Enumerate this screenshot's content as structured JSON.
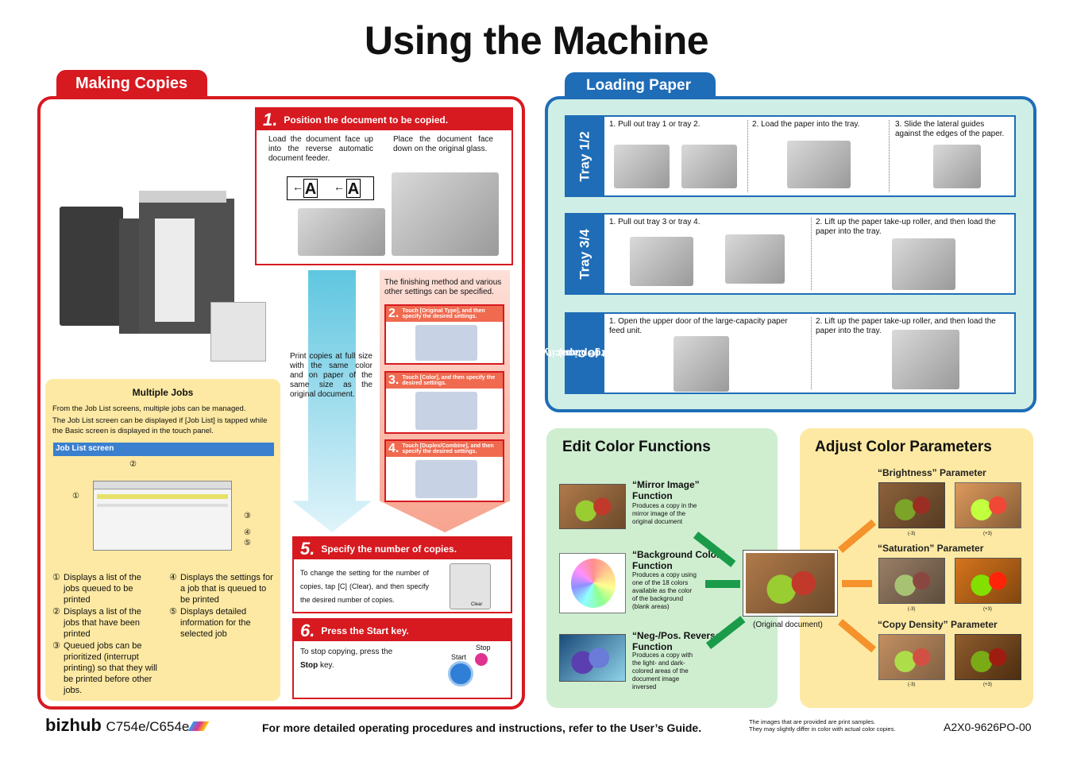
{
  "title": "Using the Machine",
  "making": {
    "tab": "Making Copies",
    "step1": {
      "num": "1.",
      "head": "Position the document to be copied.",
      "left": "Load the document face up into the reverse automatic document feeder.",
      "right": "Place the document face down on the original glass.",
      "a1": "A",
      "a2": "A"
    },
    "print_note": "Print copies at full size with the same color and on paper of the same size as the original document.",
    "finishing_note": "The finishing method and various other settings can be specified.",
    "step2": {
      "num": "2.",
      "head": "Touch [Original Type], and then specify the desired settings."
    },
    "step3": {
      "num": "3.",
      "head": "Touch [Color], and  then specify the desired settings."
    },
    "step4": {
      "num": "4.",
      "head": "Touch [Duplex/Combine], and then specify the desired settings."
    },
    "step5": {
      "num": "5.",
      "head": "Specify the number of copies.",
      "body": "To change the setting for the number of copies, tap [C] (Clear), and then specify the desired number of copies.",
      "clear": "Clear"
    },
    "step6": {
      "num": "6.",
      "head": "Press the Start key.",
      "body_pre": "To stop copying, press the ",
      "body_bold": "Stop",
      "body_post": " key.",
      "start": "Start",
      "stop": "Stop"
    },
    "multi": {
      "title": "Multiple Jobs",
      "p1": "From the Job List screens, multiple jobs can be managed.",
      "p2": "The Job List screen can be displayed if [Job List] is tapped while the Basic screen is displayed in the touch panel.",
      "bar": "Job List screen",
      "items": [
        {
          "n": "①",
          "t": "Displays a list of the jobs queued to be printed"
        },
        {
          "n": "②",
          "t": "Displays a list of the jobs that have been printed"
        },
        {
          "n": "③",
          "t": "Queued jobs can be prioritized (interrupt printing) so that they will be printed before other jobs."
        },
        {
          "n": "④",
          "t": "Displays the settings for a job that is queued to be printed"
        },
        {
          "n": "⑤",
          "t": "Displays detailed information for the selected job"
        }
      ],
      "callouts": [
        "①",
        "②",
        "③",
        "④",
        "⑤"
      ]
    }
  },
  "loading": {
    "tab": "Loading Paper",
    "tray12": {
      "label": "Tray 1/2",
      "s1": "1. Pull out tray 1 or tray 2.",
      "s2": "2. Load the paper into the tray.",
      "s3": "3. Slide the lateral guides against the edges of the paper."
    },
    "tray34": {
      "label": "Tray 3/4",
      "s1": "1. Pull out tray 3 or tray 4.",
      "s2": "2. Lift up the paper take-up roller, and then load the paper into the tray."
    },
    "lcu": {
      "label1": "Large Capacity",
      "label2": "Unit (Option)",
      "s1": "1. Open the upper door of the large-capacity paper feed unit.",
      "s2": "2. Lift up the paper take-up roller, and then load the paper into the tray."
    }
  },
  "edit": {
    "title": "Edit Color Functions",
    "mirror": {
      "t1": "“Mirror Image”",
      "t2": "Function",
      "d": "Produces a copy in the mirror image of the original document"
    },
    "bg": {
      "t1": "“Background Color”",
      "t2": "Function",
      "d": "Produces a copy using one of the 18 colors available as the color of the background (blank areas)"
    },
    "neg": {
      "t1": "“Neg-/Pos. Reverse”",
      "t2": "Function",
      "d": "Produces a copy with the light- and dark-colored areas of the document image inversed"
    },
    "original": "(Original document)"
  },
  "adjust": {
    "title": "Adjust Color Parameters",
    "brightness": "“Brightness” Parameter",
    "saturation": "“Saturation” Parameter",
    "density": "“Copy Density” Parameter",
    "minus": "(-3)",
    "plus": "(+3)"
  },
  "footer": {
    "brand": "bizhub",
    "model": "C754e/C654e",
    "guide": "For more detailed operating procedures and instructions, refer to the User’s Guide.",
    "note1": "The images that are provided are print samples.",
    "note2": "They may slightly differ in color with actual color copies.",
    "code": "A2X0-9626PO-00"
  },
  "colors": {
    "red": "#d71920",
    "blue": "#1f6db7",
    "green_bg": "#cfeed0",
    "yellow_bg": "#fde9a3",
    "teal_bg": "#cfeee6",
    "orange": "#f5922b",
    "green_arrow": "#1a9b4a"
  }
}
